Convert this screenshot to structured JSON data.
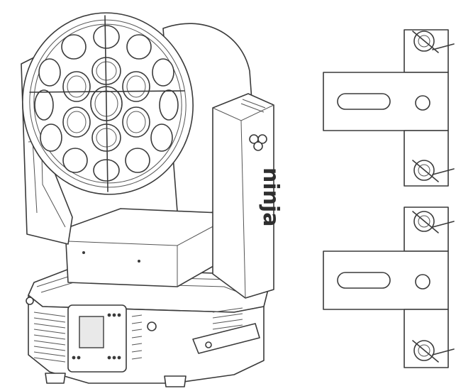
{
  "diagram": {
    "head_logo_text": "ninja",
    "colors": {
      "line": "#3a3a3a",
      "fill": "#ffffff",
      "shade": "#e9e9e9"
    },
    "lens_count": 19,
    "bracket_count": 2
  }
}
